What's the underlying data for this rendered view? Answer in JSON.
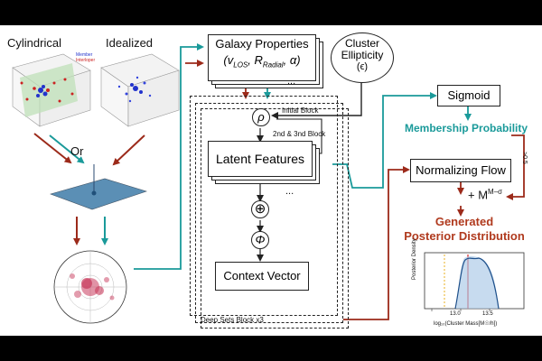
{
  "left": {
    "cylindrical_label": "Cylindrical",
    "idealized_label": "Idealized",
    "or_label": "Or",
    "legend_member": "Member",
    "legend_interloper": "Interloper"
  },
  "properties": {
    "title": "Galaxy Properties",
    "vars_prefix": "(v",
    "v_sub": "LOS",
    "r_main": ", R",
    "r_sub": "Radial",
    "vars_suffix": ", α)",
    "ellipsis": "..."
  },
  "ellipticity": {
    "line1": "Cluster",
    "line2": "Ellipticity",
    "symbol": "(ϵ)"
  },
  "deepsets": {
    "rho": "ρ",
    "initial_block": "Initial Block",
    "second_block": "2nd & 3nd Block",
    "latent": "Latent Features",
    "ellipsis": "...",
    "oplus": "⊕",
    "phi": "Φ",
    "context": "Context Vector",
    "caption": "Deep Sets Block x3"
  },
  "right": {
    "sigmoid": "Sigmoid",
    "membership": "Membership  Probability",
    "threshold": ">0.5",
    "flow": "Normalizing Flow",
    "plus_m": "+ M",
    "m_sup": "M–σ",
    "generated_line1": "Generated",
    "generated_line2": "Posterior Distribution",
    "plot_ylabel": "Posterior Density",
    "plot_xlabel": "log₁₀(Cluster Mass[M☉/h])",
    "tick_13": "13.0",
    "tick_135": "13.5"
  },
  "colors": {
    "teal": "#1a9a9a",
    "red": "#9c2a1a",
    "generated": "#b03a1e",
    "ink": "#222222"
  }
}
